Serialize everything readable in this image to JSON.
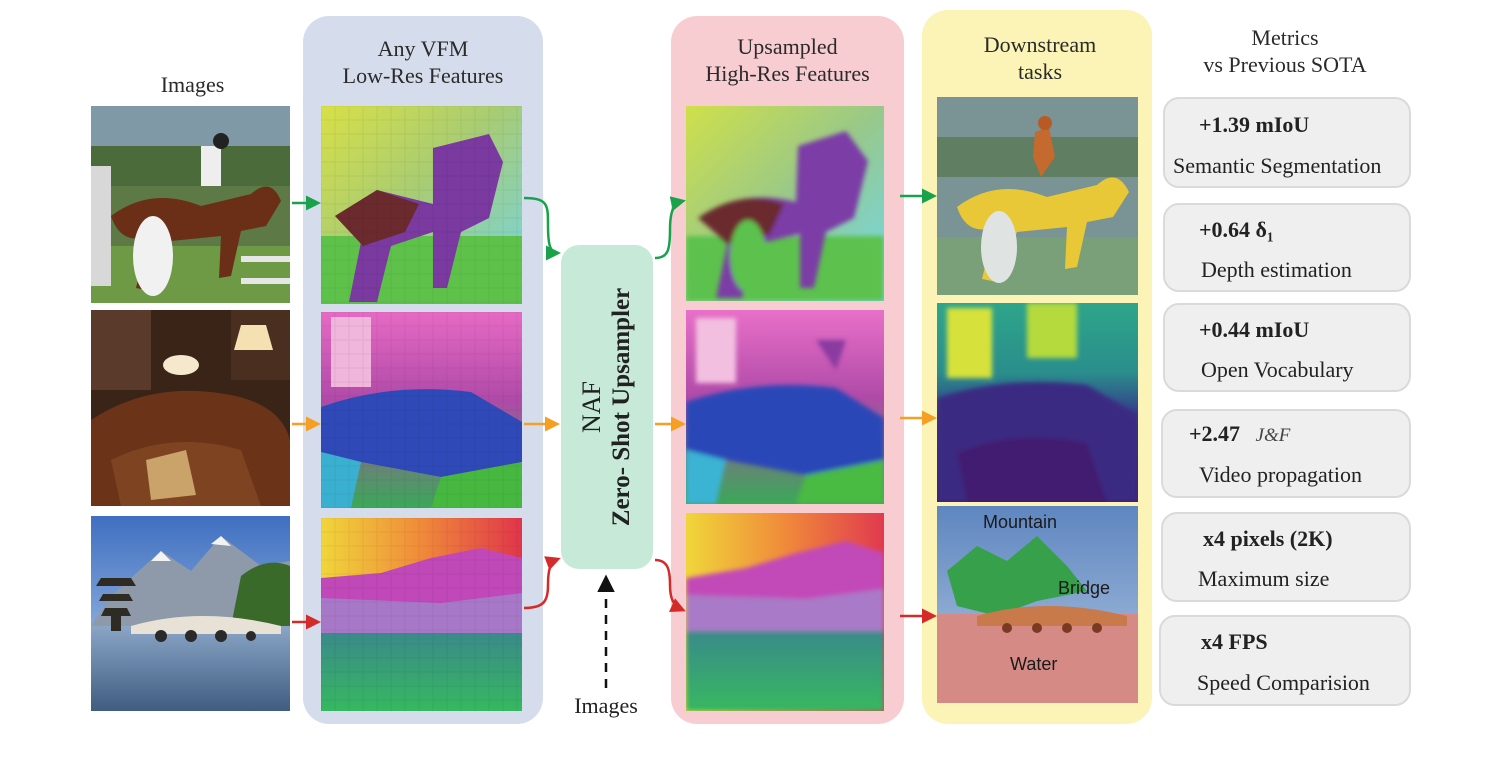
{
  "columns": {
    "images_title": "Images",
    "vfm_title_1": "Any VFM",
    "vfm_title_2": "Low-Res Features",
    "upsampled_title_1": "Upsampled",
    "upsampled_title_2": "High-Res Features",
    "downstream_title_1": "Downstream",
    "downstream_title_2": "tasks",
    "metrics_title_1": "Metrics",
    "metrics_title_2": "vs Previous SOTA"
  },
  "upsampler": {
    "name": "NAF",
    "subtitle": "Zero- Shot Upsampler",
    "input_label": "Images"
  },
  "segmentation_labels": {
    "mountain": "Mountain",
    "bridge": "Bridge",
    "water": "Water"
  },
  "metrics": [
    {
      "value": "+1.39 mIoU",
      "label": "Semantic Segmentation"
    },
    {
      "value": "+0.64 δ₁",
      "label": "Depth estimation"
    },
    {
      "value": "+0.44 mIoU",
      "label": "Open Vocabulary"
    },
    {
      "value": "+2.47",
      "value_suffix": "J&F",
      "label": "Video propagation"
    },
    {
      "value": "x4 pixels (2K)",
      "label": "Maximum size"
    },
    {
      "value": "x4 FPS",
      "label": "Speed Comparision"
    }
  ],
  "colors": {
    "vfm_panel": "#d5dcec",
    "upsampled_panel": "#f7cdd2",
    "downstream_panel": "#fbf4b6",
    "upsampler_box": "#c6ead7",
    "arrow_green": "#1aa24a",
    "arrow_orange": "#f5a023",
    "arrow_red": "#d42a2a"
  }
}
